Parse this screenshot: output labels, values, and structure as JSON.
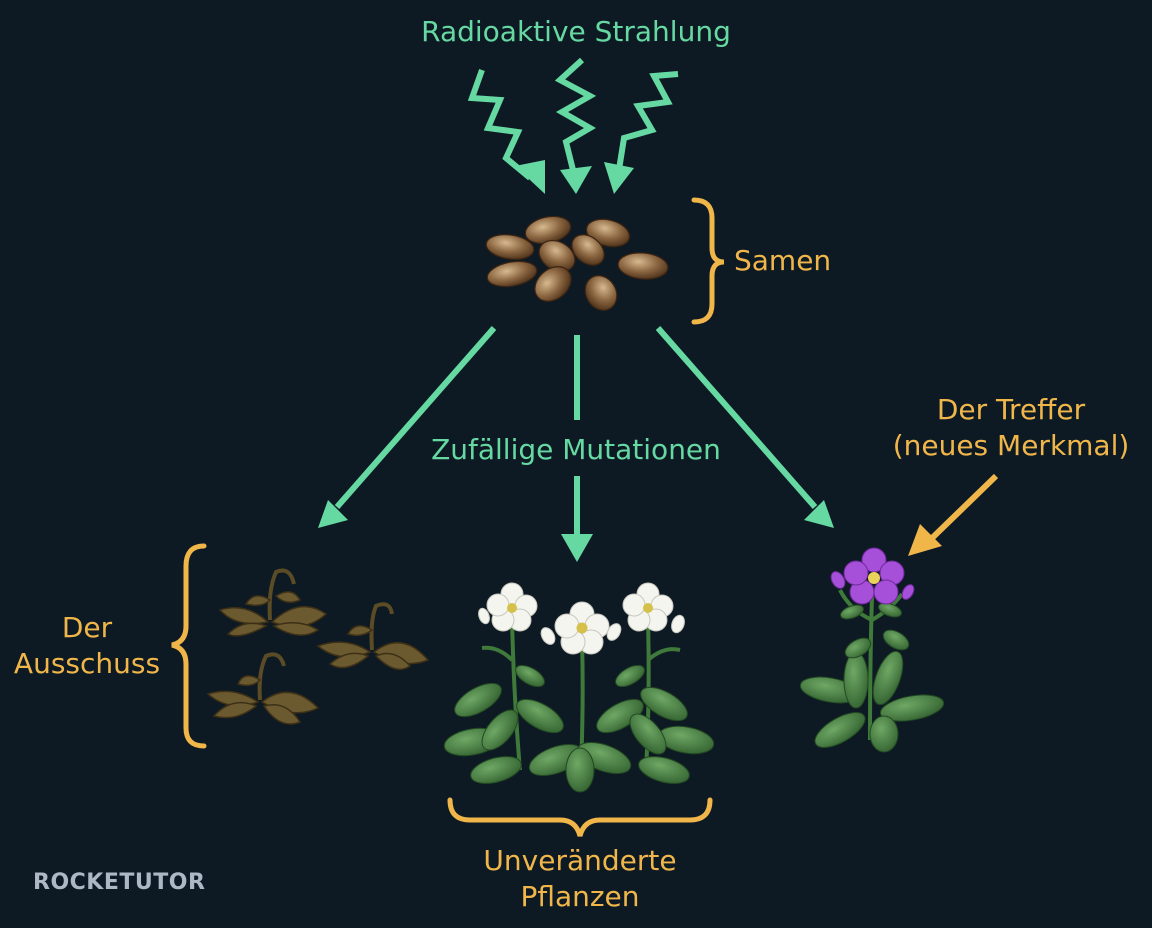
{
  "diagram": {
    "title": "Radioaktive Strahlung",
    "seeds_label": "Samen",
    "mutations_label": "Zufällige Mutationen",
    "hit_label": [
      "Der Treffer",
      "(neues Merkmal)"
    ],
    "reject_label": [
      "Der",
      "Ausschuss"
    ],
    "unchanged_label": [
      "Unveränderte",
      "Pflanzen"
    ]
  },
  "branding": {
    "logo_text": "ROCKETUTOR"
  },
  "colors": {
    "background": "#0d1a24",
    "arrow_green": "#66d9a3",
    "label_orange": "#f0b64a",
    "seed_brown": "#8a6540",
    "wilted_brown": "#6b5a30",
    "leaf_green": "#3f7a3a",
    "flower_white": "#f5f5f0",
    "flower_purple": "#a64fd9"
  },
  "icons": [
    "radiation-bolt-icon",
    "seed-icon",
    "wilted-plant-icon",
    "white-flower-plant-icon",
    "purple-flower-plant-icon",
    "curly-brace-icon"
  ]
}
